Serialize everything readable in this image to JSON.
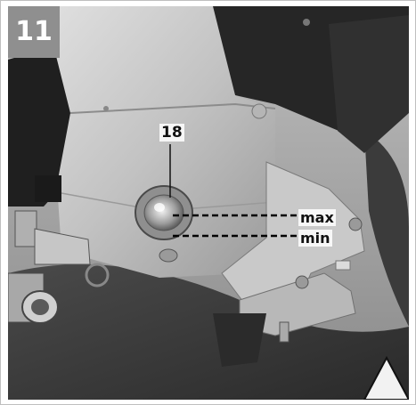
{
  "step_badge": "11",
  "labels": {
    "part_number": "18",
    "max": "max",
    "min": "min"
  },
  "colors": {
    "badge": "#8f8f8f",
    "dashed_line": "#000000"
  }
}
